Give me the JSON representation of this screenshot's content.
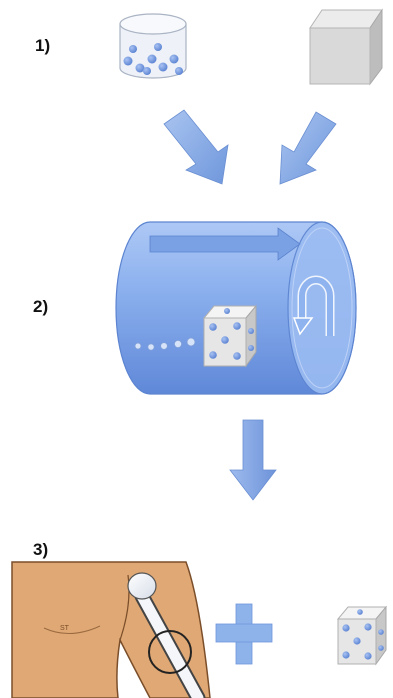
{
  "steps": {
    "step1": {
      "label": "1)"
    },
    "step2": {
      "label": "2)"
    },
    "step3": {
      "label": "3)"
    }
  },
  "colors": {
    "arrow_blue": "#7ea6e0",
    "cylinder_blue": "#8fb3ef",
    "dot_blue": "#6f95dc",
    "cube_gray": "#d9d9d9",
    "skin": "#e0a874",
    "plus_blue": "#8eb2ea"
  }
}
